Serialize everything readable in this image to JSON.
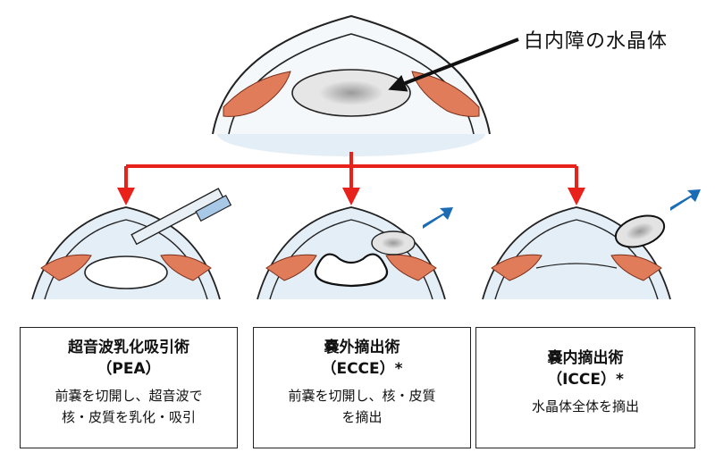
{
  "callout_label": "白内障の水晶体",
  "colors": {
    "branch_arrow": "#e8211a",
    "motion_arrow": "#1a6db5",
    "muscle": "#e07c5a",
    "tissue": "#e4eef7"
  },
  "methods": [
    {
      "title": "超音波乳化吸引術",
      "abbr": "（PEA）",
      "desc_lines": [
        "前嚢を切開し、超音波で",
        "核・皮質を乳化・吸引"
      ]
    },
    {
      "title": "嚢外摘出術",
      "abbr": "（ECCE）*",
      "desc_lines": [
        "前嚢を切開し、核・皮質",
        "を摘出"
      ]
    },
    {
      "title": "嚢内摘出術",
      "abbr": "（ICCE）*",
      "desc_lines": [
        "水晶体全体を摘出"
      ]
    }
  ]
}
